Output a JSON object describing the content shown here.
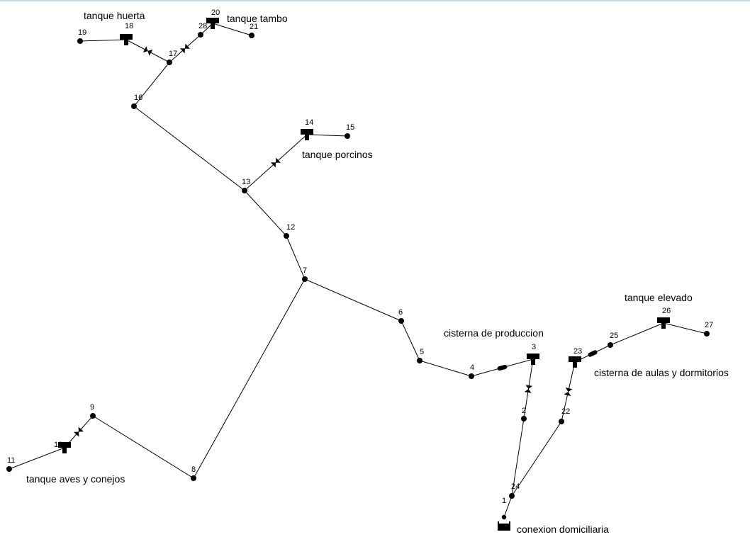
{
  "network": {
    "nodes": [
      {
        "id": "1",
        "label": "1"
      },
      {
        "id": "2",
        "label": "2"
      },
      {
        "id": "3",
        "label": "3"
      },
      {
        "id": "4",
        "label": "4"
      },
      {
        "id": "5",
        "label": "5"
      },
      {
        "id": "6",
        "label": "6"
      },
      {
        "id": "7",
        "label": "7"
      },
      {
        "id": "8",
        "label": "8"
      },
      {
        "id": "9",
        "label": "9"
      },
      {
        "id": "10",
        "label": "10"
      },
      {
        "id": "11",
        "label": "11"
      },
      {
        "id": "12",
        "label": "12"
      },
      {
        "id": "13",
        "label": "13"
      },
      {
        "id": "14",
        "label": "14"
      },
      {
        "id": "15",
        "label": "15"
      },
      {
        "id": "16",
        "label": "16"
      },
      {
        "id": "17",
        "label": "17"
      },
      {
        "id": "18",
        "label": "18"
      },
      {
        "id": "19",
        "label": "19"
      },
      {
        "id": "20",
        "label": "20"
      },
      {
        "id": "21",
        "label": "21"
      },
      {
        "id": "22",
        "label": "22"
      },
      {
        "id": "23",
        "label": "23"
      },
      {
        "id": "24",
        "label": "24"
      },
      {
        "id": "25",
        "label": "25"
      },
      {
        "id": "26",
        "label": "26"
      },
      {
        "id": "27",
        "label": "27"
      },
      {
        "id": "28",
        "label": "28"
      }
    ],
    "tank_names": {
      "huerta": "tanque huerta",
      "tambo": "tanque tambo",
      "porcinos": "tanque porcinos",
      "produccion": "cisterna de produccion",
      "elevado": "tanque elevado",
      "aulas": "cisterna de aulas y dormitorios",
      "aves": "tanque aves y conejos",
      "conexion": "conexion domiciliaria"
    }
  }
}
